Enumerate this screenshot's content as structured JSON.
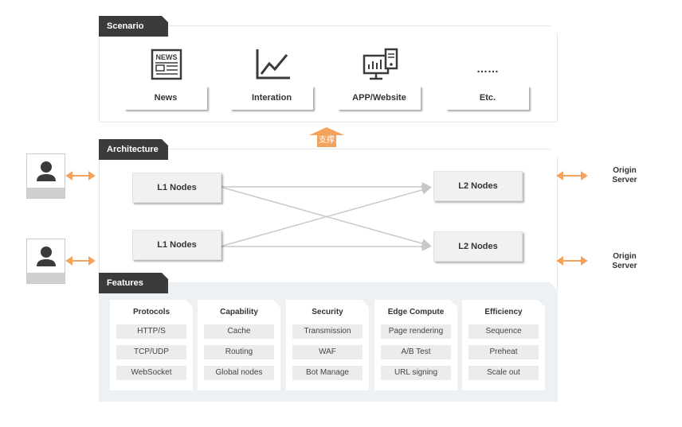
{
  "scenario": {
    "tag": "Scenario",
    "items": [
      {
        "label": "News",
        "icon": "newspaper-icon"
      },
      {
        "label": "Interation",
        "icon": "line-chart-icon"
      },
      {
        "label": "APP/Website",
        "icon": "devices-icon"
      },
      {
        "label": "Etc.",
        "icon": "ellipsis-icon"
      }
    ],
    "ellipsis": "……"
  },
  "support_label": "支撑",
  "architecture": {
    "tag": "Architecture",
    "l1": [
      "L1 Nodes",
      "L1 Nodes"
    ],
    "l2": [
      "L2 Nodes",
      "L2 Nodes"
    ],
    "origin": [
      {
        "line1": "Origin",
        "line2": "Server"
      },
      {
        "line1": "Origin",
        "line2": "Server"
      }
    ]
  },
  "features": {
    "tag": "Features",
    "cards": [
      {
        "title": "Protocols",
        "items": [
          "HTTP/S",
          "TCP/UDP",
          "WebSocket"
        ]
      },
      {
        "title": "Capability",
        "items": [
          "Cache",
          "Routing",
          "Global nodes"
        ]
      },
      {
        "title": "Security",
        "items": [
          "Transmission",
          "WAF",
          "Bot Manage"
        ]
      },
      {
        "title": "Edge Compute",
        "items": [
          "Page rendering",
          "A/B Test",
          "URL signing"
        ]
      },
      {
        "title": "Efficiency",
        "items": [
          "Sequence",
          "Preheat",
          "Scale out"
        ]
      }
    ]
  },
  "colors": {
    "accent": "#f5a25d",
    "tag_bg": "#3b3b3b",
    "connector": "#c8c8c8",
    "features_bg": "#eef1f3"
  }
}
